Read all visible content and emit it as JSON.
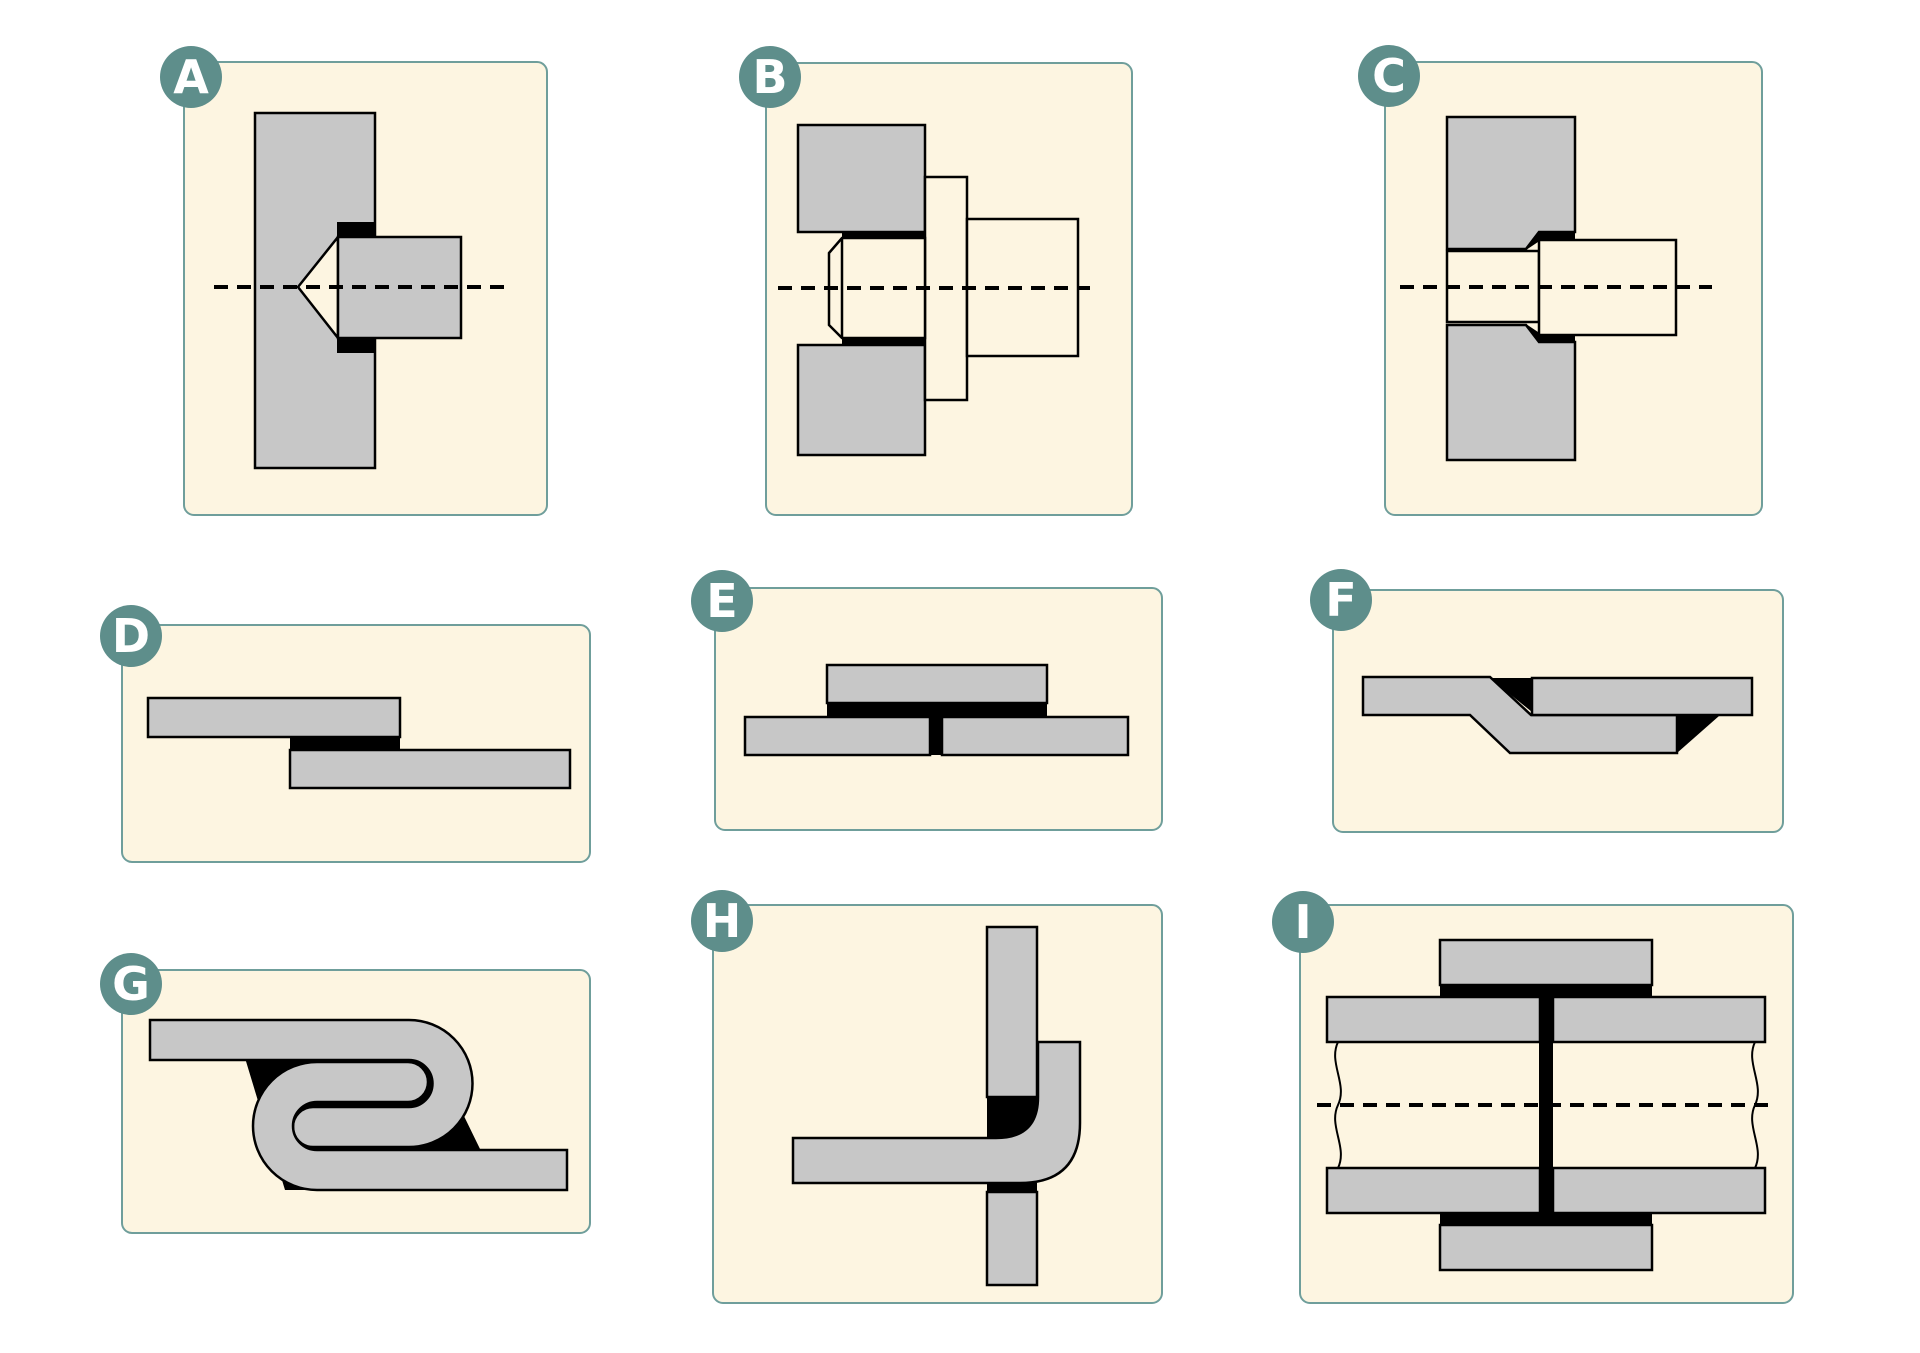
{
  "colors": {
    "page_bg": "#ffffff",
    "card_bg": "#fdf5e1",
    "card_border": "#6f9e9b",
    "badge_bg": "#5e8e8b",
    "badge_text": "#ffffff",
    "metal_gray": "#c7c7c7",
    "filler_black": "#000000"
  },
  "panels": [
    {
      "label": "A"
    },
    {
      "label": "B"
    },
    {
      "label": "C"
    },
    {
      "label": "D"
    },
    {
      "label": "E"
    },
    {
      "label": "F"
    },
    {
      "label": "G"
    },
    {
      "label": "H"
    },
    {
      "label": "I"
    }
  ]
}
